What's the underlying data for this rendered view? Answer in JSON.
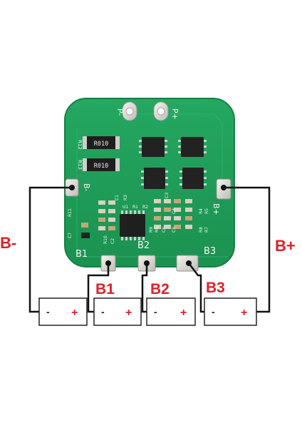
{
  "pcb": {
    "pad_labels": {
      "p_minus": "P-",
      "p_plus": "P+",
      "b_minus": "B-",
      "b_plus": "B+",
      "b1": "B1",
      "b2": "B2",
      "b3": "B3"
    },
    "resistor_top_marking": "R010",
    "resistor_bottom_marking": "R010",
    "silkscreen": {
      "r12": "R12",
      "r13": "R13",
      "r11": "R11",
      "c7": "C7",
      "u1": "U1",
      "r1": "R1",
      "r2": "R2",
      "r3": "R3",
      "c1": "C1",
      "c2": "C2",
      "c3": "C3",
      "c4": "C4",
      "c5": "C5",
      "c6": "C6",
      "r4": "R4",
      "r5": "R5",
      "r6": "R6",
      "r7": "R7",
      "r8": "R8",
      "r9": "R9",
      "r10": "R10"
    }
  },
  "wiring": {
    "b_minus_label": "B-",
    "b_plus_label": "B+",
    "b1_label": "B1",
    "b2_label": "B2",
    "b3_label": "B3"
  },
  "cells": [
    {
      "minus": "-",
      "plus": "+"
    },
    {
      "minus": "-",
      "plus": "+"
    },
    {
      "minus": "-",
      "plus": "+"
    },
    {
      "minus": "-",
      "plus": "+"
    }
  ],
  "colors": {
    "pcb_green": "#1f9e58",
    "pcb_dark": "#167a43",
    "wire": "#111111",
    "label_red": "#e0202a",
    "pad_silver": "#d9d9d4"
  }
}
